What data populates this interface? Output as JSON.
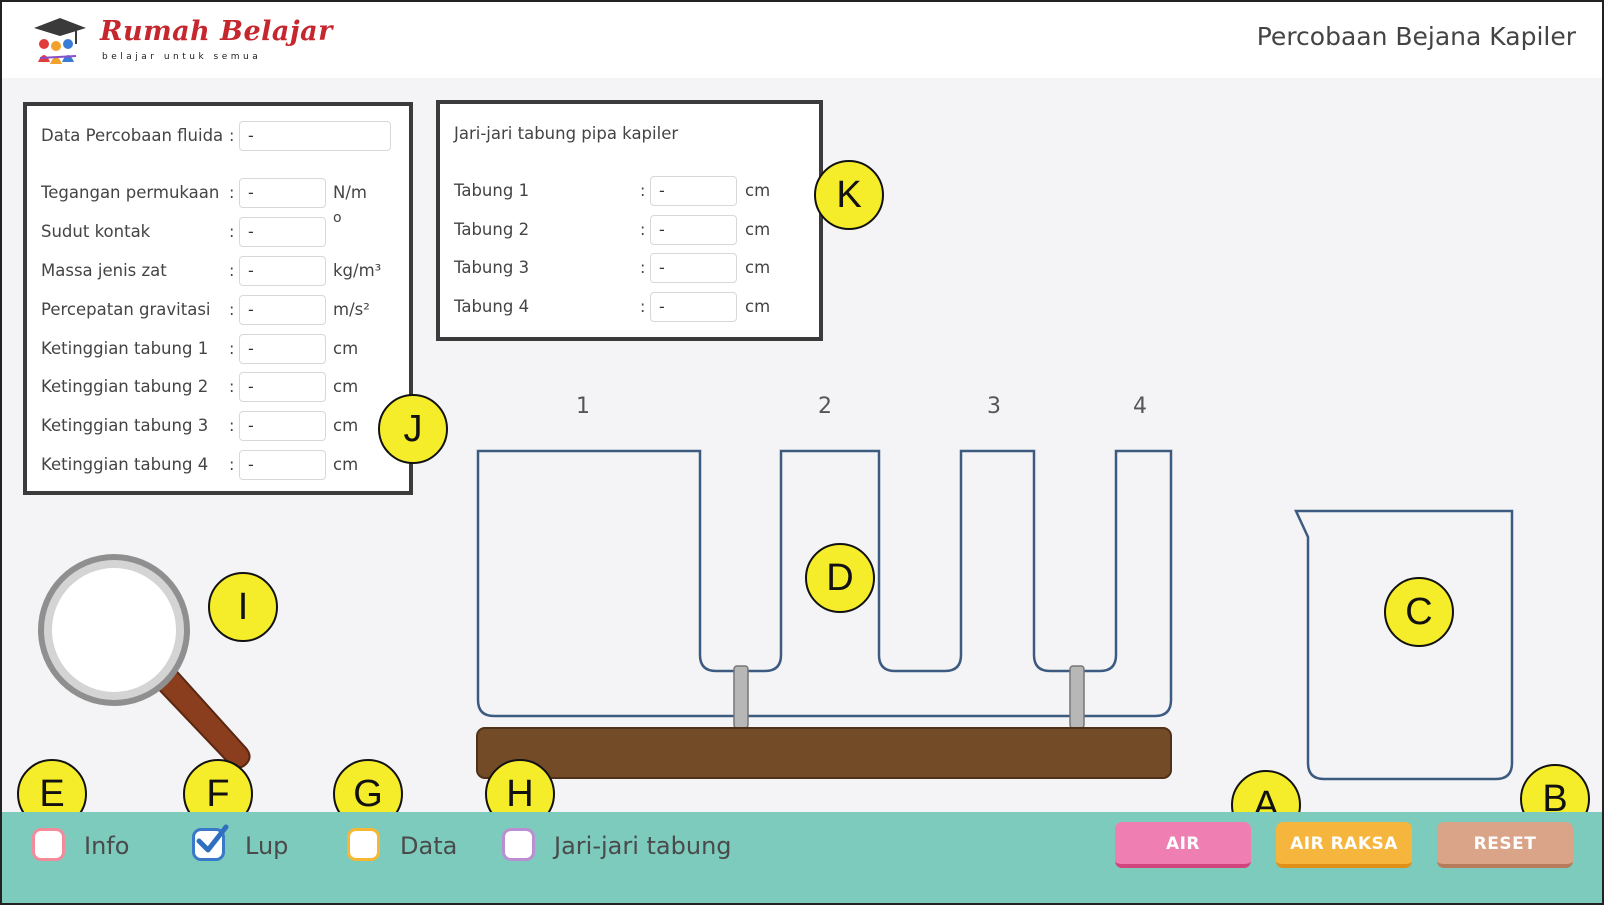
{
  "header": {
    "logo_text": "Rumah Belajar",
    "logo_tagline": "belajar untuk semua",
    "title": "Percobaan Bejana Kapiler"
  },
  "fluid_panel": {
    "rows": [
      {
        "label": "Data Percobaan fluida",
        "value": "-",
        "unit": ""
      },
      {
        "label": "Tegangan permukaan",
        "value": "-",
        "unit": "N/m"
      },
      {
        "label": "Sudut kontak",
        "value": "-",
        "unit": "o"
      },
      {
        "label": "Massa jenis zat",
        "value": "-",
        "unit": "kg/m³"
      },
      {
        "label": "Percepatan gravitasi",
        "value": "-",
        "unit": "m/s²"
      },
      {
        "label": "Ketinggian tabung 1",
        "value": "-",
        "unit": "cm"
      },
      {
        "label": "Ketinggian tabung 2",
        "value": "-",
        "unit": "cm"
      },
      {
        "label": "Ketinggian tabung 3",
        "value": "-",
        "unit": "cm"
      },
      {
        "label": "Ketinggian tabung 4",
        "value": "-",
        "unit": "cm"
      }
    ]
  },
  "radius_panel": {
    "title": "Jari-jari tabung pipa kapiler",
    "rows": [
      {
        "label": "Tabung 1",
        "value": "-",
        "unit": "cm"
      },
      {
        "label": "Tabung 2",
        "value": "-",
        "unit": "cm"
      },
      {
        "label": "Tabung 3",
        "value": "-",
        "unit": "cm"
      },
      {
        "label": "Tabung 4",
        "value": "-",
        "unit": "cm"
      }
    ]
  },
  "vessel": {
    "tube_numbers": [
      "1",
      "2",
      "3",
      "4"
    ]
  },
  "markers": {
    "A": "A",
    "B": "B",
    "C": "C",
    "D": "D",
    "E": "E",
    "F": "F",
    "G": "G",
    "H": "H",
    "I": "I",
    "J": "J",
    "K": "K"
  },
  "bottom_bar": {
    "checkboxes": [
      {
        "label": "Info",
        "checked": false,
        "color": "#f28b9b"
      },
      {
        "label": "Lup",
        "checked": true,
        "color": "#3a78c8"
      },
      {
        "label": "Data",
        "checked": false,
        "color": "#f7b733"
      },
      {
        "label": "Jari-jari tabung",
        "checked": false,
        "color": "#b98fd1"
      }
    ],
    "buttons": [
      {
        "label": "AIR",
        "color": "#ef7fb2"
      },
      {
        "label": "AIR RAKSA",
        "color": "#f6b63e"
      },
      {
        "label": "RESET",
        "color": "#d9a488"
      }
    ]
  }
}
